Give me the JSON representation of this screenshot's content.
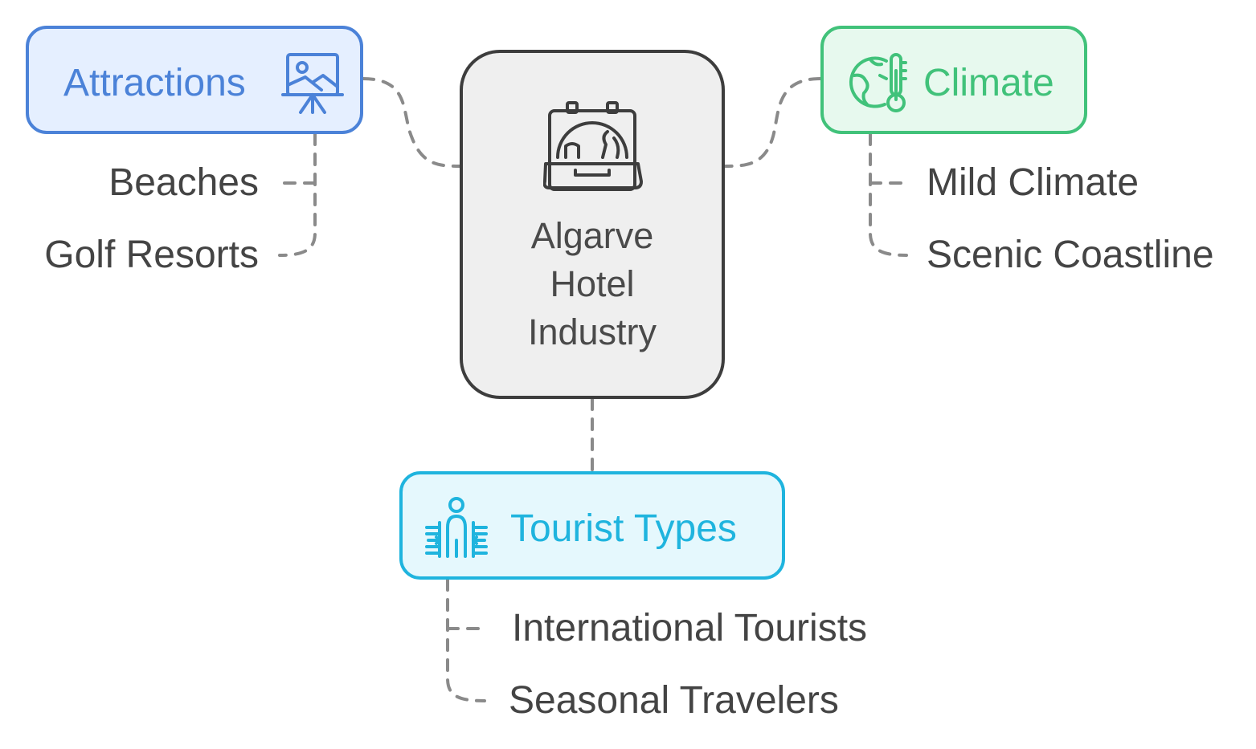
{
  "center": {
    "label": "Algarve\nHotel\nIndustry",
    "icon": "suitcase-globe-icon"
  },
  "categories": [
    {
      "label": "Attractions",
      "icon": "presentation-board-icon",
      "color": "#4b82d8",
      "items": [
        "Beaches",
        "Golf Resorts"
      ]
    },
    {
      "label": "Climate",
      "icon": "globe-thermometer-icon",
      "color": "#41c27a",
      "items": [
        "Mild Climate",
        "Scenic Coastline"
      ]
    },
    {
      "label": "Tourist Types",
      "icon": "person-arrows-icon",
      "color": "#1fb4de",
      "items": [
        "International Tourists",
        "Seasonal Travelers"
      ]
    }
  ],
  "colors": {
    "connector": "#8a8a8a",
    "center_border": "#3d3d3d",
    "center_fill": "#efefef",
    "text": "#444444"
  }
}
